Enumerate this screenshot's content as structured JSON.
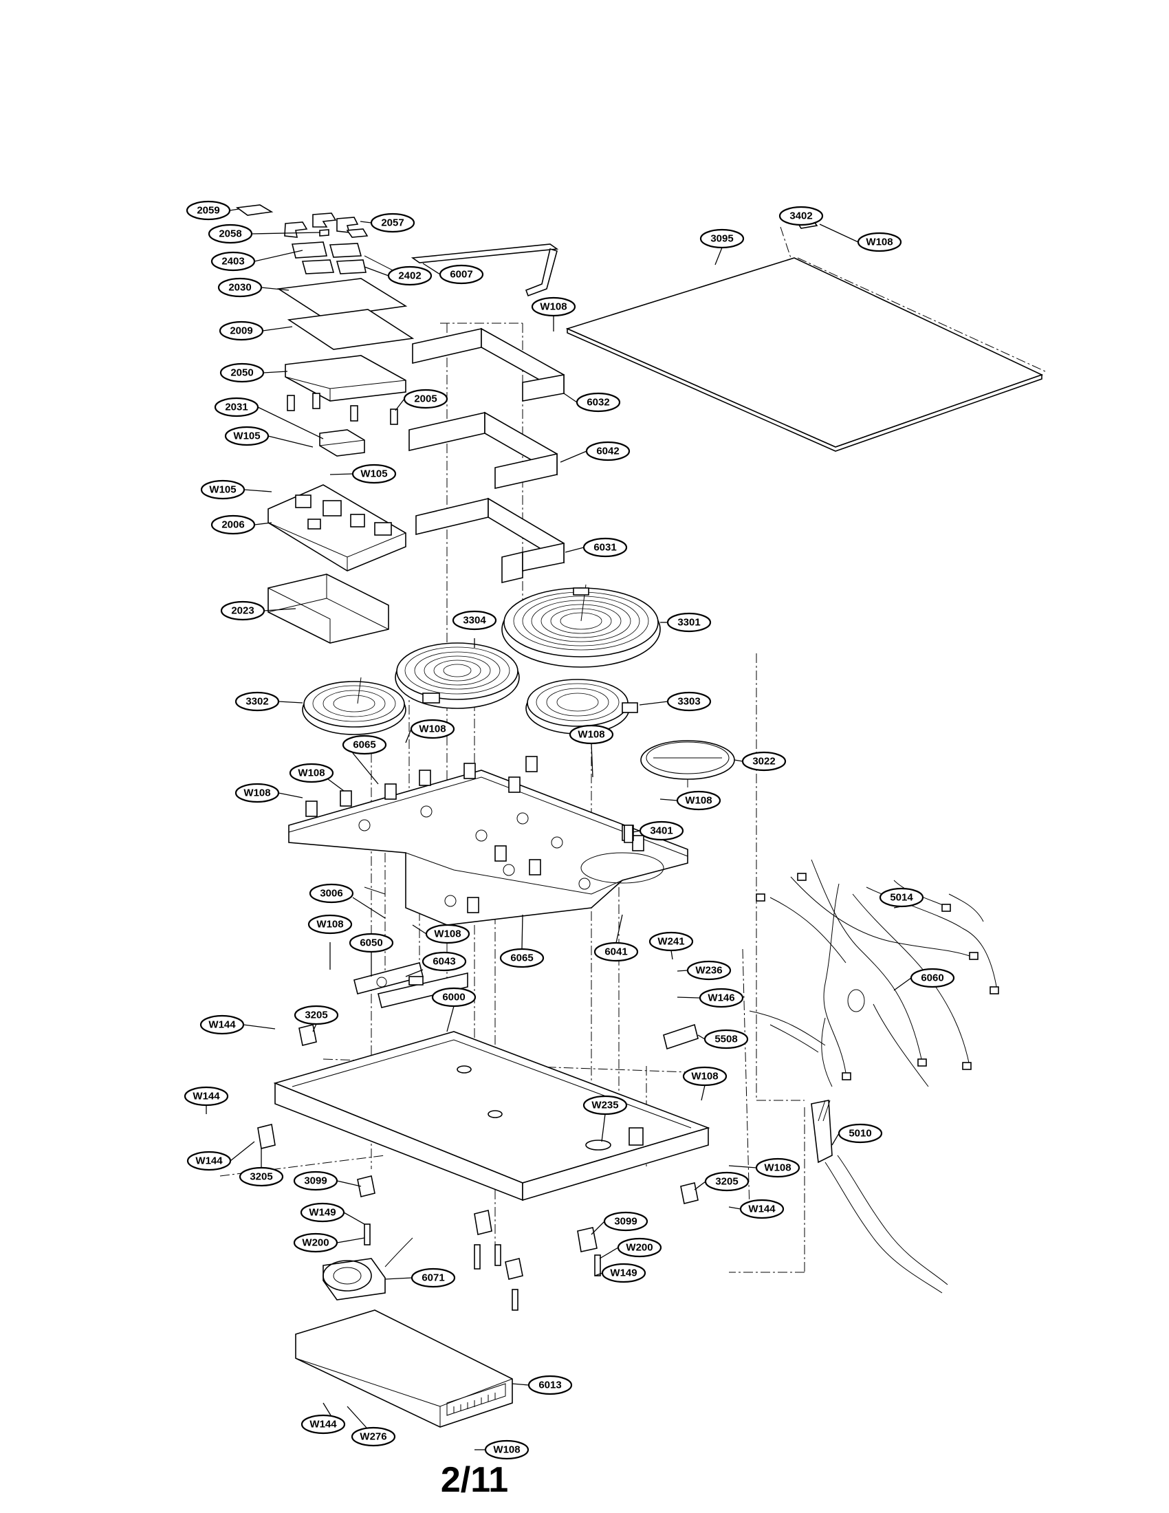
{
  "page": {
    "number": "2/11"
  },
  "labels": [
    {
      "id": "2059",
      "text": "2059"
    },
    {
      "id": "2057",
      "text": "2057"
    },
    {
      "id": "2058",
      "text": "2058"
    },
    {
      "id": "2403",
      "text": "2403"
    },
    {
      "id": "2402",
      "text": "2402"
    },
    {
      "id": "6007",
      "text": "6007"
    },
    {
      "id": "2030",
      "text": "2030"
    },
    {
      "id": "2009",
      "text": "2009"
    },
    {
      "id": "2050",
      "text": "2050"
    },
    {
      "id": "2005",
      "text": "2005"
    },
    {
      "id": "2031",
      "text": "2031"
    },
    {
      "id": "W105a",
      "text": "W105"
    },
    {
      "id": "W105b",
      "text": "W105"
    },
    {
      "id": "W105c",
      "text": "W105"
    },
    {
      "id": "2006",
      "text": "2006"
    },
    {
      "id": "2023",
      "text": "2023"
    },
    {
      "id": "3402",
      "text": "3402"
    },
    {
      "id": "W108a",
      "text": "W108"
    },
    {
      "id": "3095",
      "text": "3095"
    },
    {
      "id": "W108b",
      "text": "W108"
    },
    {
      "id": "6032",
      "text": "6032"
    },
    {
      "id": "6042",
      "text": "6042"
    },
    {
      "id": "6031",
      "text": "6031"
    },
    {
      "id": "3304",
      "text": "3304"
    },
    {
      "id": "3301",
      "text": "3301"
    },
    {
      "id": "3302",
      "text": "3302"
    },
    {
      "id": "3303",
      "text": "3303"
    },
    {
      "id": "W108c",
      "text": "W108"
    },
    {
      "id": "W108d",
      "text": "W108"
    },
    {
      "id": "6065a",
      "text": "6065"
    },
    {
      "id": "W108e",
      "text": "W108"
    },
    {
      "id": "W108f",
      "text": "W108"
    },
    {
      "id": "3022",
      "text": "3022"
    },
    {
      "id": "W108g",
      "text": "W108"
    },
    {
      "id": "3401",
      "text": "3401"
    },
    {
      "id": "3006",
      "text": "3006"
    },
    {
      "id": "W108h",
      "text": "W108"
    },
    {
      "id": "W108i",
      "text": "W108"
    },
    {
      "id": "6050",
      "text": "6050"
    },
    {
      "id": "6043",
      "text": "6043"
    },
    {
      "id": "6065b",
      "text": "6065"
    },
    {
      "id": "6041",
      "text": "6041"
    },
    {
      "id": "W241",
      "text": "W241"
    },
    {
      "id": "5014",
      "text": "5014"
    },
    {
      "id": "W236",
      "text": "W236"
    },
    {
      "id": "6060",
      "text": "6060"
    },
    {
      "id": "W146",
      "text": "W146"
    },
    {
      "id": "6000",
      "text": "6000"
    },
    {
      "id": "W144a",
      "text": "W144"
    },
    {
      "id": "3205a",
      "text": "3205"
    },
    {
      "id": "5508",
      "text": "5508"
    },
    {
      "id": "W144b",
      "text": "W144"
    },
    {
      "id": "W108j",
      "text": "W108"
    },
    {
      "id": "W235",
      "text": "W235"
    },
    {
      "id": "5010",
      "text": "5010"
    },
    {
      "id": "W144c",
      "text": "W144"
    },
    {
      "id": "3205b",
      "text": "3205"
    },
    {
      "id": "W108k",
      "text": "W108"
    },
    {
      "id": "3205c",
      "text": "3205"
    },
    {
      "id": "W144d",
      "text": "W144"
    },
    {
      "id": "3099a",
      "text": "3099"
    },
    {
      "id": "W149a",
      "text": "W149"
    },
    {
      "id": "W200a",
      "text": "W200"
    },
    {
      "id": "3099b",
      "text": "3099"
    },
    {
      "id": "W200b",
      "text": "W200"
    },
    {
      "id": "W149b",
      "text": "W149"
    },
    {
      "id": "6071",
      "text": "6071"
    },
    {
      "id": "6013",
      "text": "6013"
    },
    {
      "id": "W144e",
      "text": "W144"
    },
    {
      "id": "W276",
      "text": "W276"
    },
    {
      "id": "W108l",
      "text": "W108"
    }
  ]
}
